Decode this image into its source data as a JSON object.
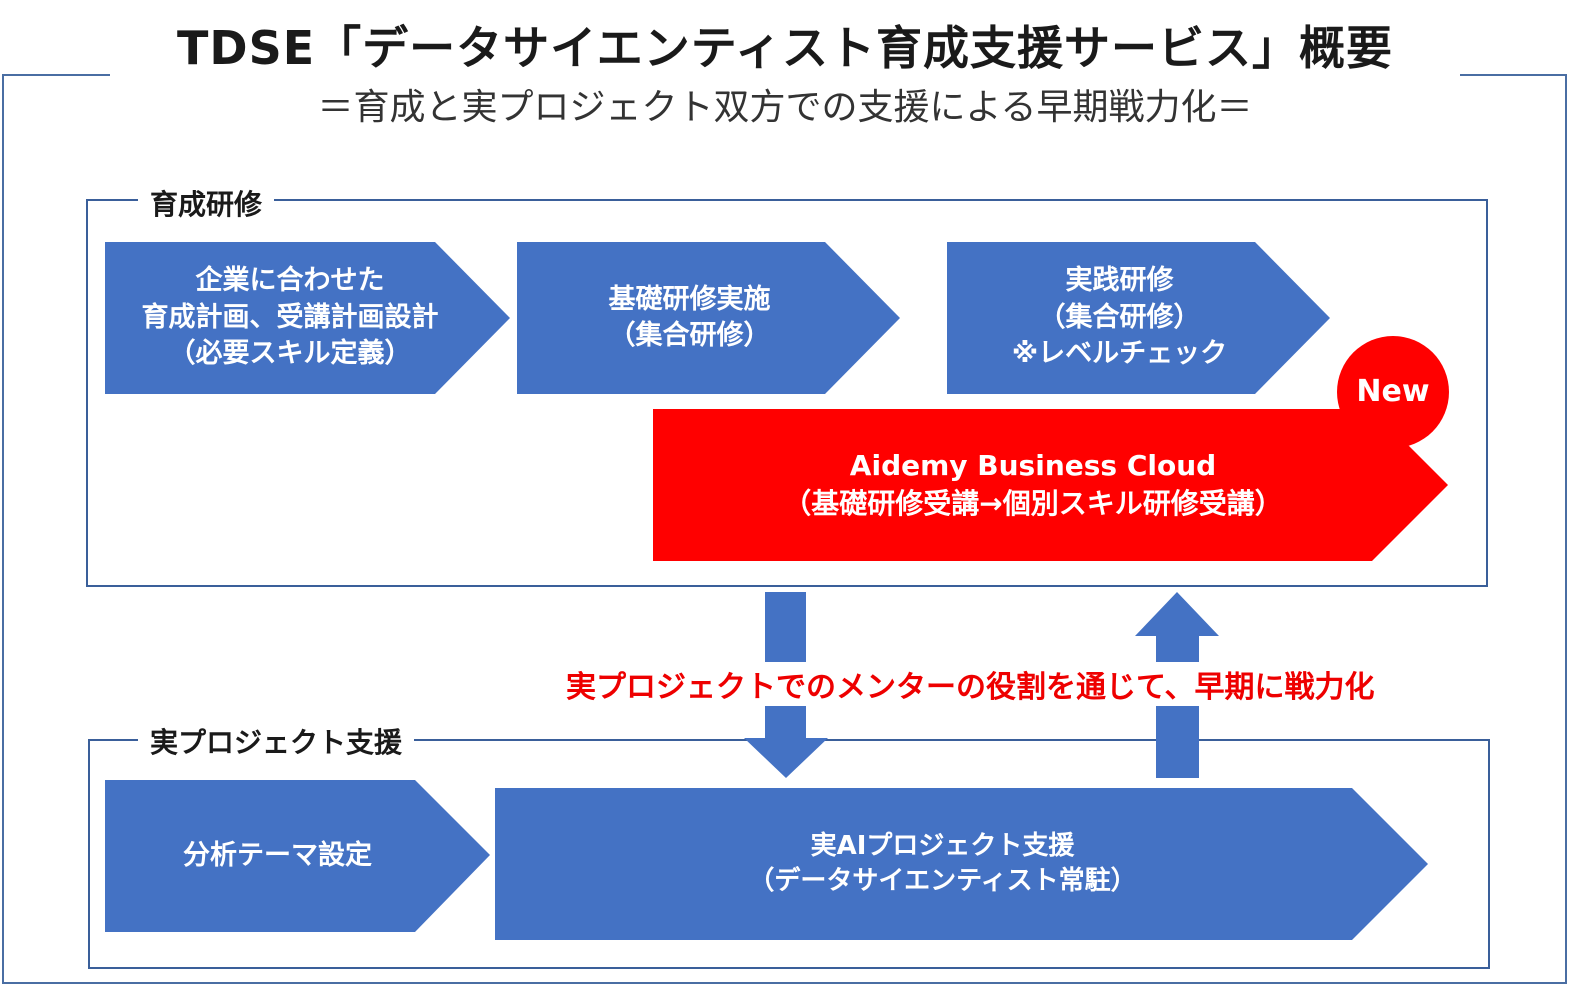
{
  "title": "TDSE「データサイエンティスト育成支援サービス」概要",
  "subtitle": "＝育成と実プロジェクト双方での支援による早期戦力化＝",
  "colors": {
    "process_blue": "#4472c4",
    "highlight_red": "#ff0000",
    "note_red": "#ee0000",
    "frame_blue": "#4a6ea3"
  },
  "training": {
    "label": "育成研修",
    "steps": [
      {
        "lines": [
          "企業に合わせた",
          "育成計画、受講計画設計",
          "（必要スキル定義）"
        ]
      },
      {
        "lines": [
          "基礎研修実施",
          "（集合研修）"
        ]
      },
      {
        "lines": [
          "実践研修",
          "（集合研修）",
          "※レベルチェック"
        ]
      }
    ],
    "highlight": {
      "lines": [
        "Aidemy Business Cloud",
        "（基礎研修受講→個別スキル研修受講）"
      ],
      "badge": "New"
    }
  },
  "connector_note": "実プロジェクトでのメンターの役割を通じて、早期に戦力化",
  "project": {
    "label": "実プロジェクト支援",
    "steps": [
      {
        "lines": [
          "分析テーマ設定"
        ]
      },
      {
        "lines": [
          "実AIプロジェクト支援",
          "（データサイエンティスト常駐）"
        ]
      }
    ]
  }
}
